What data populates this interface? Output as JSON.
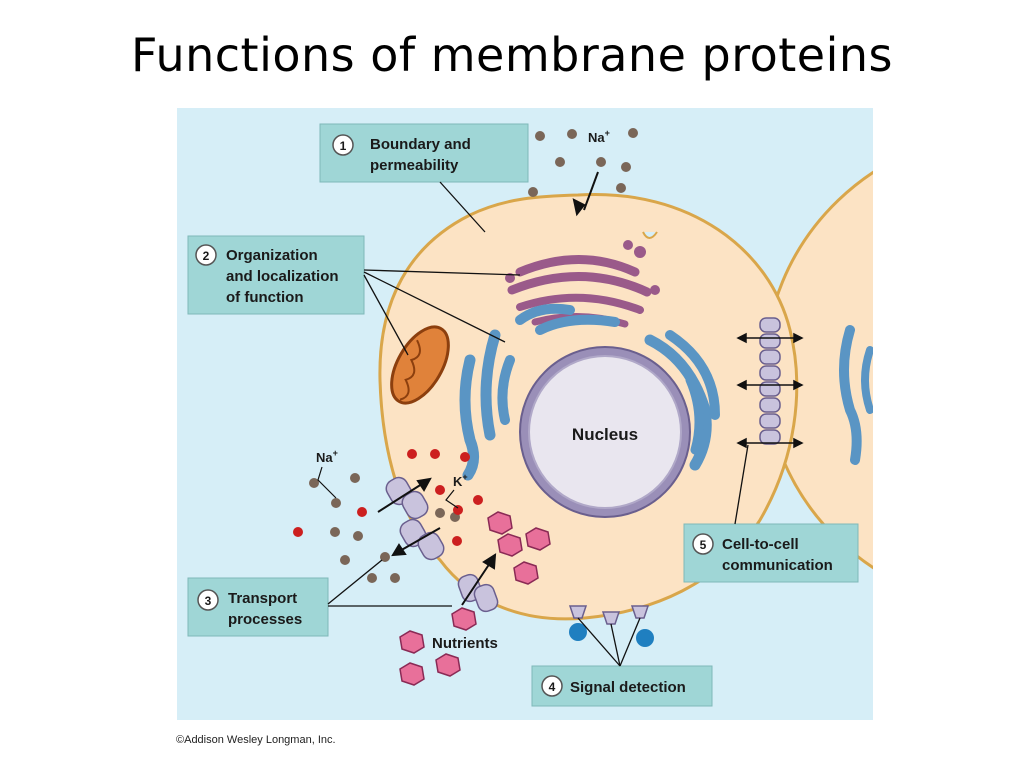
{
  "slide": {
    "title": "Functions of membrane proteins"
  },
  "labels": {
    "boundary": {
      "number": "1",
      "line1": "Boundary and",
      "line2": "permeability"
    },
    "organization": {
      "number": "2",
      "line1": "Organization",
      "line2": "and localization",
      "line3": "of function"
    },
    "transport": {
      "number": "3",
      "line1": "Transport",
      "line2": "processes"
    },
    "signal": {
      "number": "4",
      "line1": "Signal detection"
    },
    "communication": {
      "number": "5",
      "line1": "Cell-to-cell",
      "line2": "communication"
    }
  },
  "ions": {
    "na_top": "Na",
    "na_top_sup": "+",
    "na_left": "Na",
    "na_left_sup": "+",
    "k": "K",
    "k_sup": "+"
  },
  "organelles": {
    "nucleus": "Nucleus"
  },
  "molecules": {
    "nutrients": "Nutrients"
  },
  "credit": "©Addison Wesley Longman, Inc.",
  "colors": {
    "background": "#d6eef7",
    "cytoplasm": "#fce3c4",
    "label_box": "#9fd6d6",
    "er": "#5a95c4",
    "golgi": "#9a5a8a",
    "mitochondrion": "#c8641e",
    "na_ion": "#7a6658",
    "k_ion": "#cc1f1f",
    "nutrient": "#e8709a",
    "signal": "#1f7fc0"
  }
}
